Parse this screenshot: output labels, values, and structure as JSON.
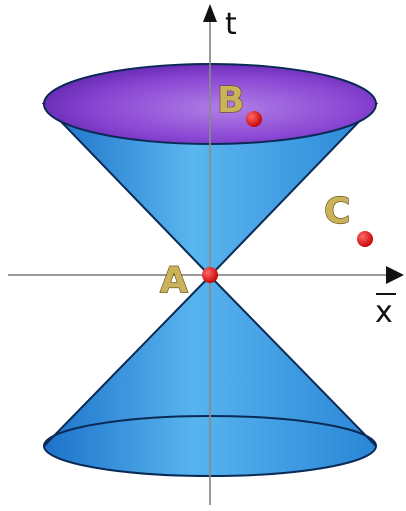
{
  "diagram": {
    "axes": {
      "time_label": "t",
      "space_label": "x"
    },
    "points": [
      {
        "id": "A",
        "label": "A"
      },
      {
        "id": "B",
        "label": "B"
      },
      {
        "id": "C",
        "label": "C"
      }
    ],
    "colors": {
      "cone_fill": "#45a7e8",
      "cone_top_face": "#8a3fd1",
      "cone_edge": "#0a2a55",
      "point_fill": "#e01818",
      "label_fill": "#c9b25a",
      "axis": "#8a8a8a",
      "arrow": "#111111"
    }
  }
}
